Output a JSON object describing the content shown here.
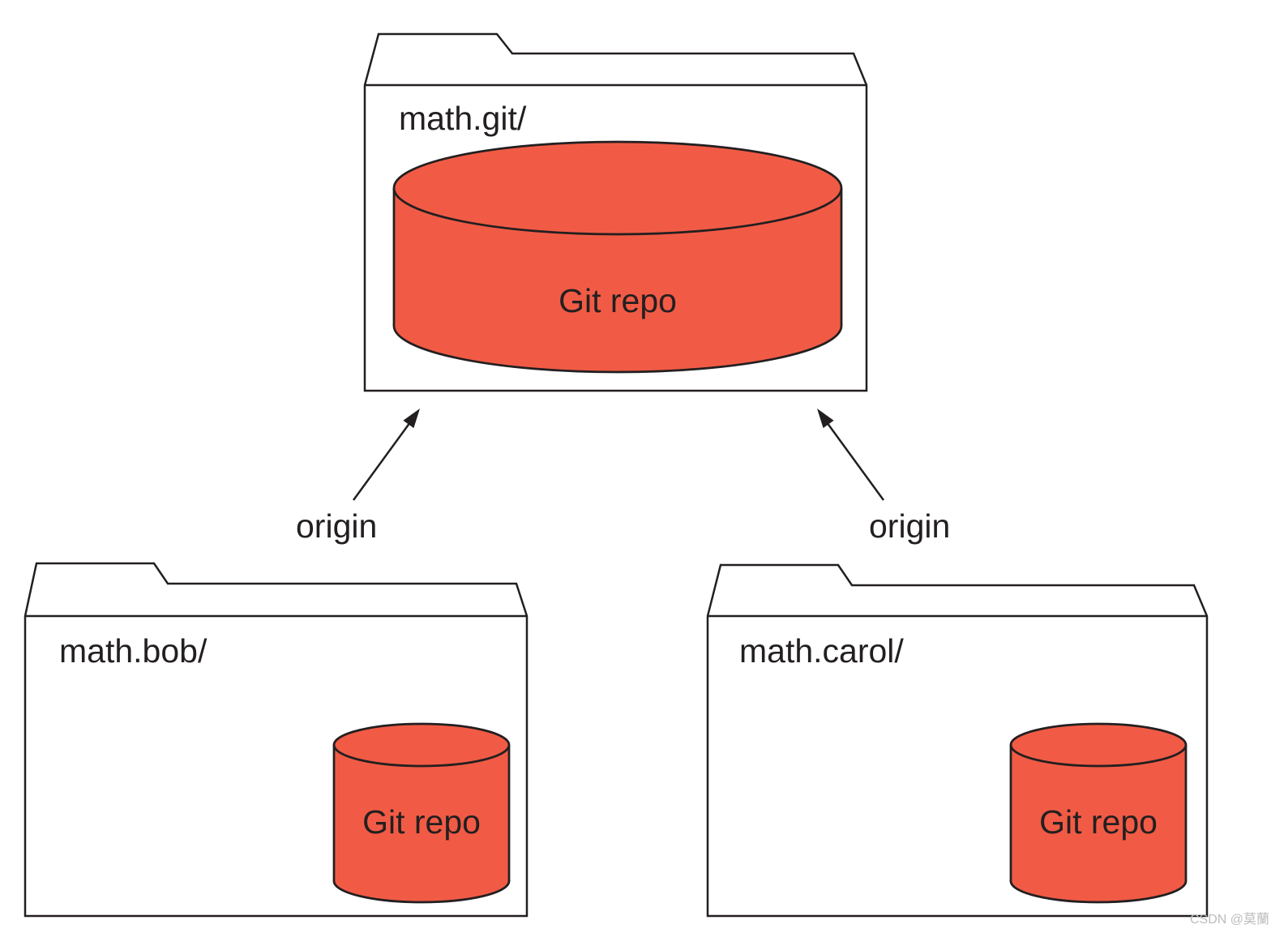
{
  "folders": {
    "server": {
      "name": "math.git/",
      "repo": "Git repo"
    },
    "bob": {
      "name": "math.bob/",
      "repo": "Git repo"
    },
    "carol": {
      "name": "math.carol/",
      "repo": "Git repo"
    }
  },
  "remotes": {
    "bob_origin": "origin",
    "carol_origin": "origin"
  },
  "watermark": "CSDN @莫蘭",
  "colors": {
    "repo_fill": "#F15B45",
    "line": "#231F20",
    "text": "#231F20",
    "watermark": "#BDBDBD"
  }
}
